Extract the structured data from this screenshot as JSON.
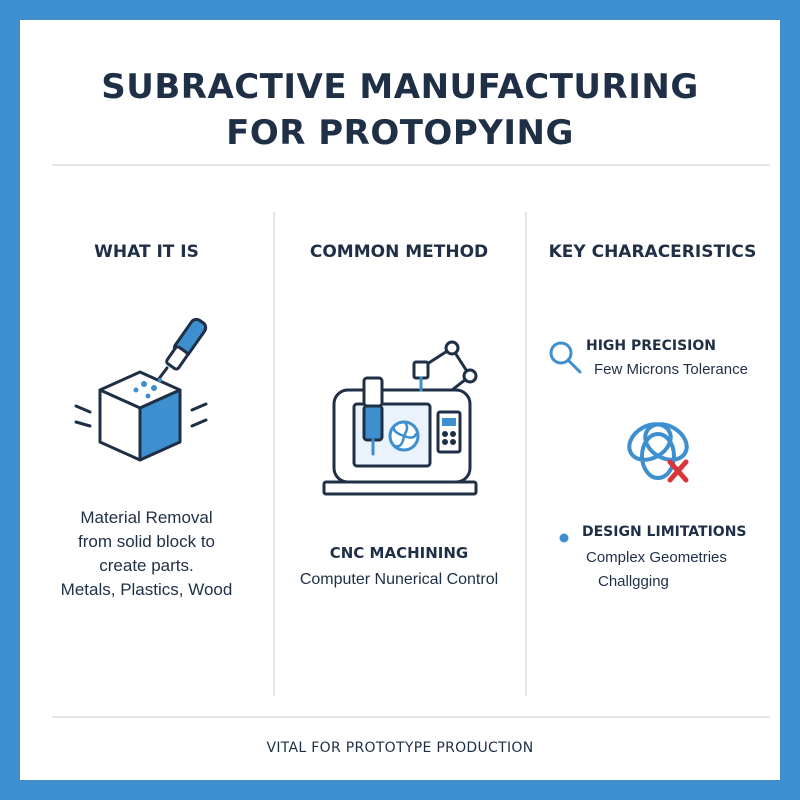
{
  "title": {
    "line1": "SUBRACTIVE MANUFACTURING",
    "line2": "FOR PROTOPYING"
  },
  "columns": {
    "what_it_is": {
      "heading": "WHAT IT IS",
      "lines": [
        "Material Removal",
        "from solid block to",
        "create parts.",
        "Metals, Plastics, Wood"
      ]
    },
    "common_method": {
      "heading": "COMMON METHOD",
      "subheading": "CNC MACHINING",
      "description": "Computer Nunerical Control"
    },
    "key_characteristics": {
      "heading": "KEY CHARACERISTICS",
      "precision": {
        "label": "HIGH PRECISION",
        "detail": "Few Microns Tolerance"
      },
      "limitations": {
        "label": "DESIGN LIMITATIONS",
        "detail_line1": "Complex Geometries",
        "detail_line2": "Challgging"
      }
    }
  },
  "footer": "VITAL FOR PROTOTYPE PRODUCTION",
  "colors": {
    "frame_border": "#3d8fd0",
    "text_dark": "#1f2f45",
    "accent_blue": "#3d8fd0",
    "alert_red": "#d9343a"
  },
  "icons": [
    "tool-carving-block-icon",
    "cnc-machine-icon",
    "magnifier-icon",
    "knot-icon",
    "x-mark-icon",
    "bullet-dot-icon"
  ]
}
